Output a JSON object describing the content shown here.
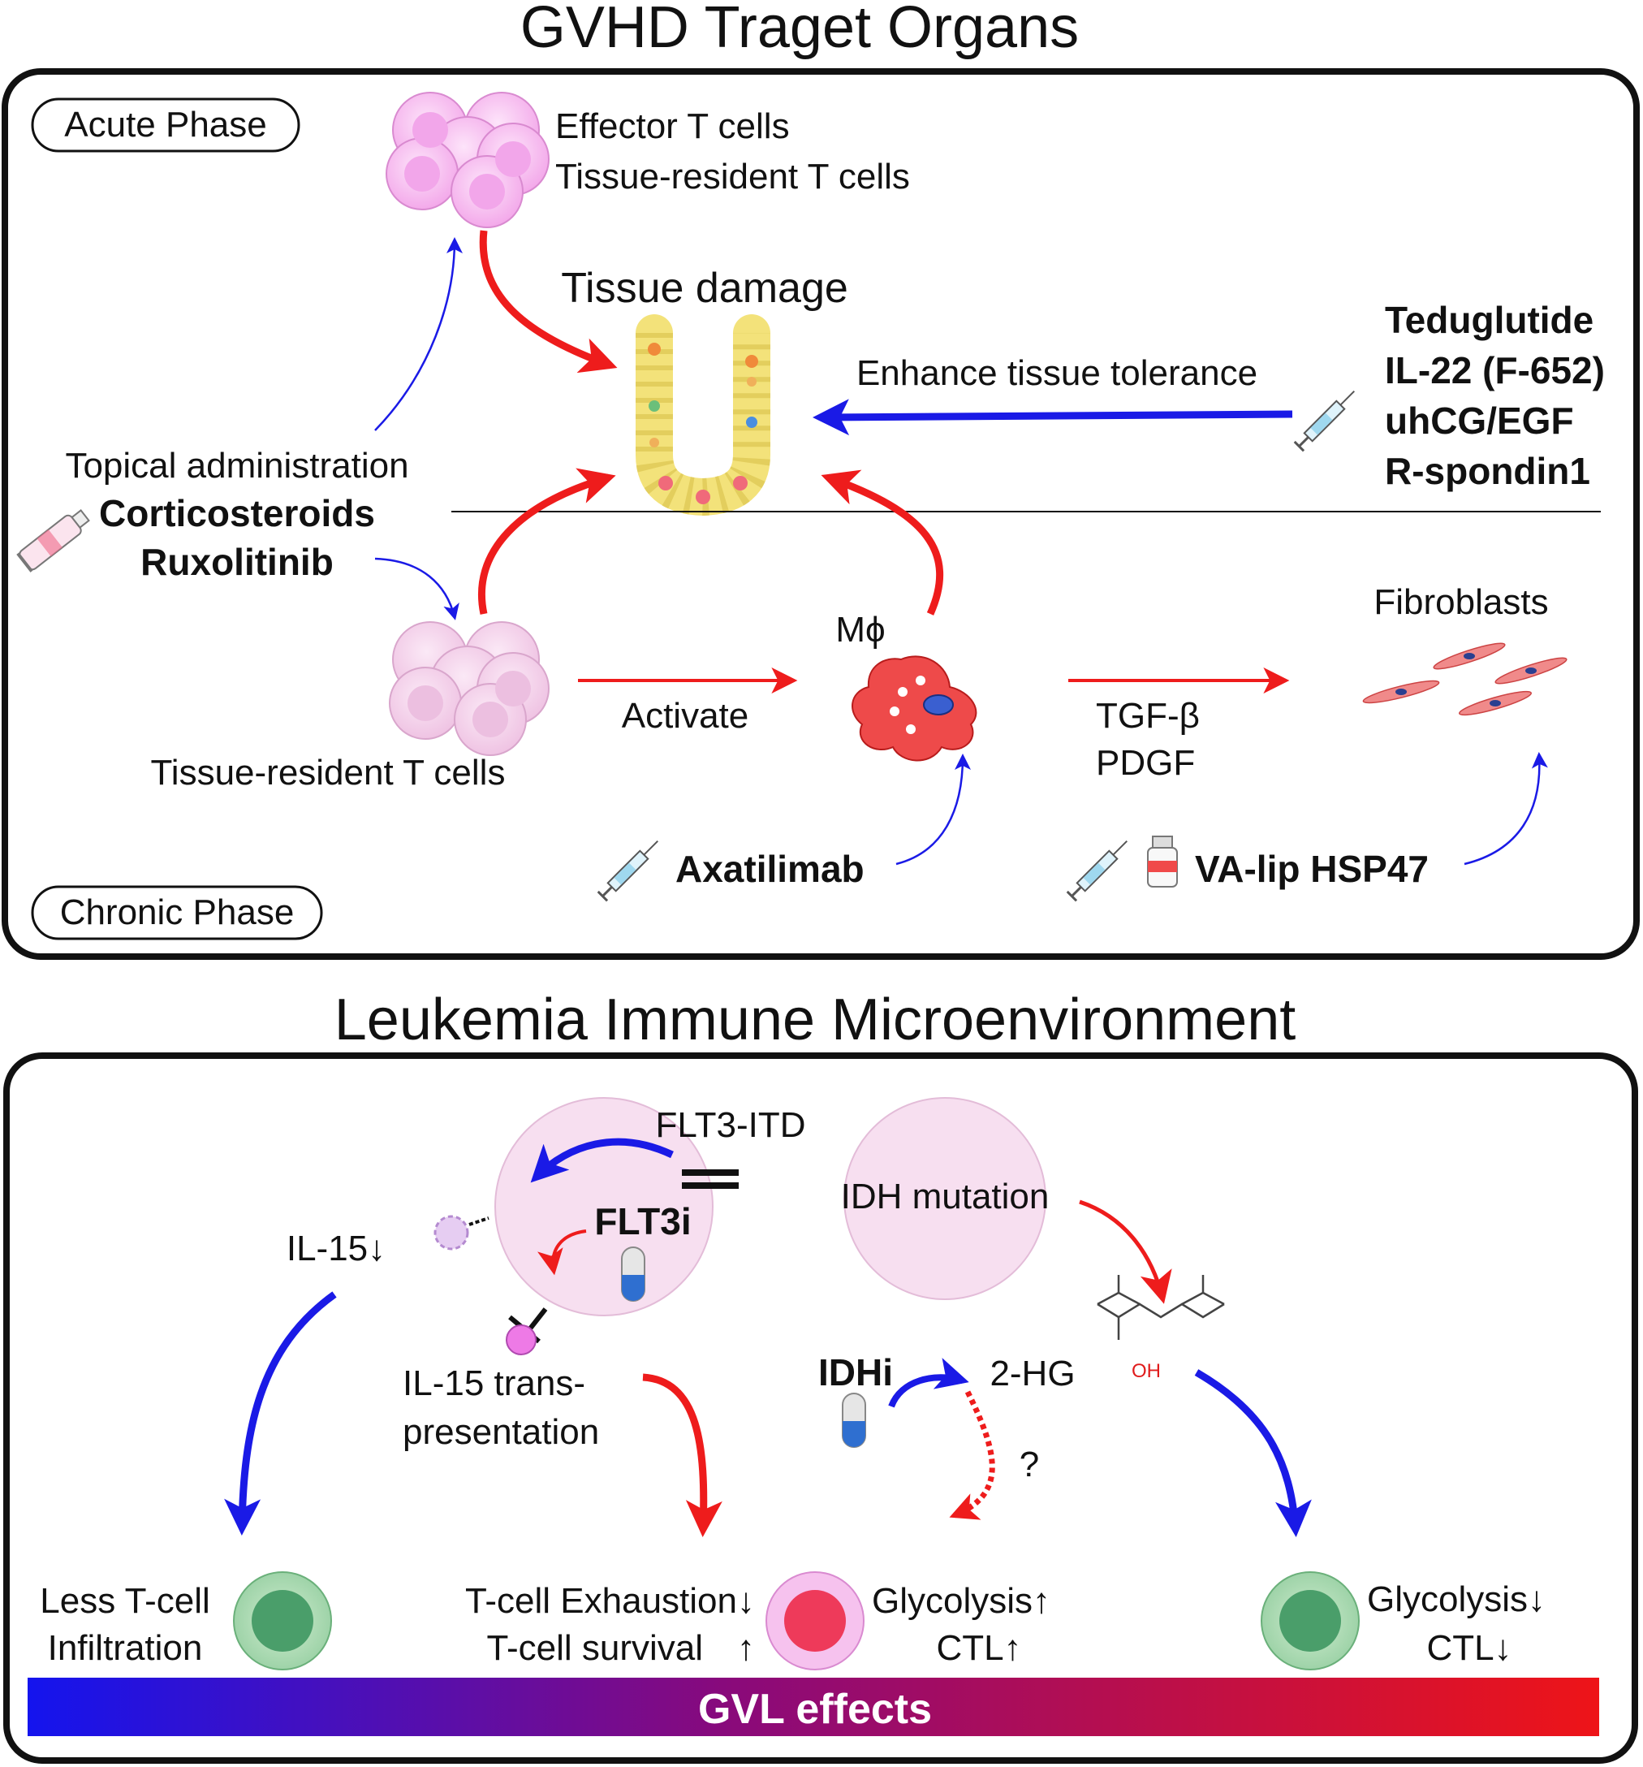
{
  "top": {
    "title": "GVHD Traget Organs",
    "acute_label": "Acute Phase",
    "chronic_label": "Chronic Phase",
    "effector_line1": "Effector T cells",
    "effector_line2": "Tissue-resident T cells",
    "tissue_damage": "Tissue damage",
    "enhance": "Enhance tissue tolerance",
    "drugs_right": [
      "Teduglutide",
      "IL-22 (F-652)",
      "uhCG/EGF",
      "R-spondin1"
    ],
    "topical": "Topical administration",
    "corticosteroids": "Corticosteroids",
    "ruxolitinib": "Ruxolitinib",
    "trm": "Tissue-resident T cells",
    "activate": "Activate",
    "macrophage": "Mϕ",
    "fibroblasts": "Fibroblasts",
    "tgf": "TGF-β",
    "pdgf": "PDGF",
    "axatilimab": "Axatilimab",
    "valip": "VA-lip HSP47"
  },
  "bottom": {
    "title": "Leukemia Immune Microenvironment",
    "flt3itd": "FLT3-ITD",
    "flt3i": "FLT3i",
    "il15down": "IL-15↓",
    "il15_trans_1": "IL-15 trans-",
    "il15_trans_2": "presentation",
    "idh_mutation": "IDH mutation",
    "oh": "OH",
    "idhi": "IDHi",
    "hg2": "2-HG",
    "question": "?",
    "less_t_1": "Less T-cell",
    "less_t_2": "Infiltration",
    "exhaustion": "T-cell Exhaustion↓",
    "survival": "T-cell survival",
    "survival_arrow": "↑",
    "glyco_up": "Glycolysis↑",
    "ctl_up": "CTL↑",
    "glyco_down": "Glycolysis↓",
    "ctl_down": "CTL↓",
    "gvl": "GVL effects"
  },
  "colors": {
    "red": "#ee1c1c",
    "blue": "#1a1ae6",
    "pink_cell": "#f6b8ee",
    "light_cell": "#f5d2ee",
    "green_cell": "#a9d8b0",
    "gradient_start": "#1414ee",
    "gradient_mid": "#8a0a7a",
    "gradient_end": "#ee1418"
  },
  "icons": [
    "syringe-icon",
    "cream-tube-icon",
    "vial-icon",
    "capsule-icon",
    "macrophage-icon",
    "fibroblast-icon",
    "intestinal-crypt-icon"
  ]
}
